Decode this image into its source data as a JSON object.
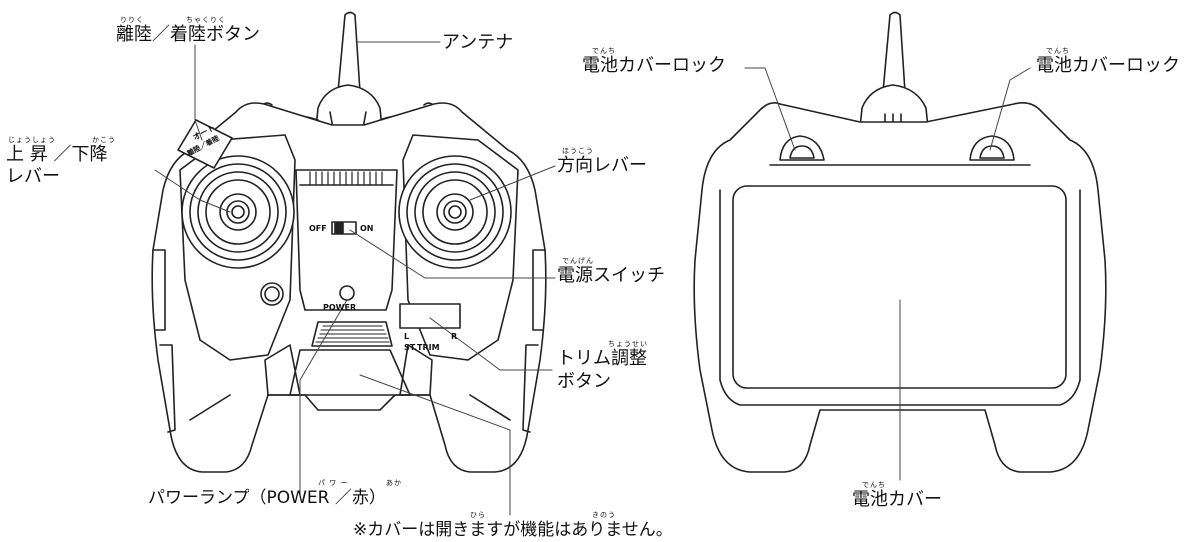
{
  "left_labels": {
    "takeoff_landing": "離陸／着陸ボタン",
    "takeoff_landing_ruby_1": "りりく",
    "takeoff_landing_ruby_2": "ちゃくりく",
    "up_down_line1": "上 昇 ／下降",
    "up_down_line2": "レバー",
    "up_down_ruby_1": "じょうしょう",
    "up_down_ruby_2": "かこう",
    "antenna": "アンテナ",
    "direction": "方向レバー",
    "direction_ruby": "ほうこう",
    "power_switch": "電源スイッチ",
    "power_switch_ruby": "でんげん",
    "trim_line1": "トリム調整",
    "trim_line2": "ボタン",
    "trim_ruby": "ちょうせい",
    "power_lamp": "パワーランプ（POWER ／赤）",
    "power_lamp_ruby_1": "パ ワ ー",
    "power_lamp_ruby_2": "あか",
    "note": "※カバーは開きますが機能はありません。",
    "note_ruby_1": "ひら",
    "note_ruby_2": "きのう"
  },
  "controller_marks": {
    "auto_top": "オート",
    "auto_bottom": "離陸／着陸",
    "off": "OFF",
    "on": "ON",
    "power": "POWER",
    "trim_l": "L",
    "trim_r": "R",
    "trim_name": "ST.TRIM"
  },
  "right_labels": {
    "battery_lock_left": "電池カバーロック",
    "battery_lock_right": "電池カバーロック",
    "battery_lock_ruby": "でんち",
    "battery_cover": "電池カバー",
    "battery_cover_ruby": "でんち"
  }
}
